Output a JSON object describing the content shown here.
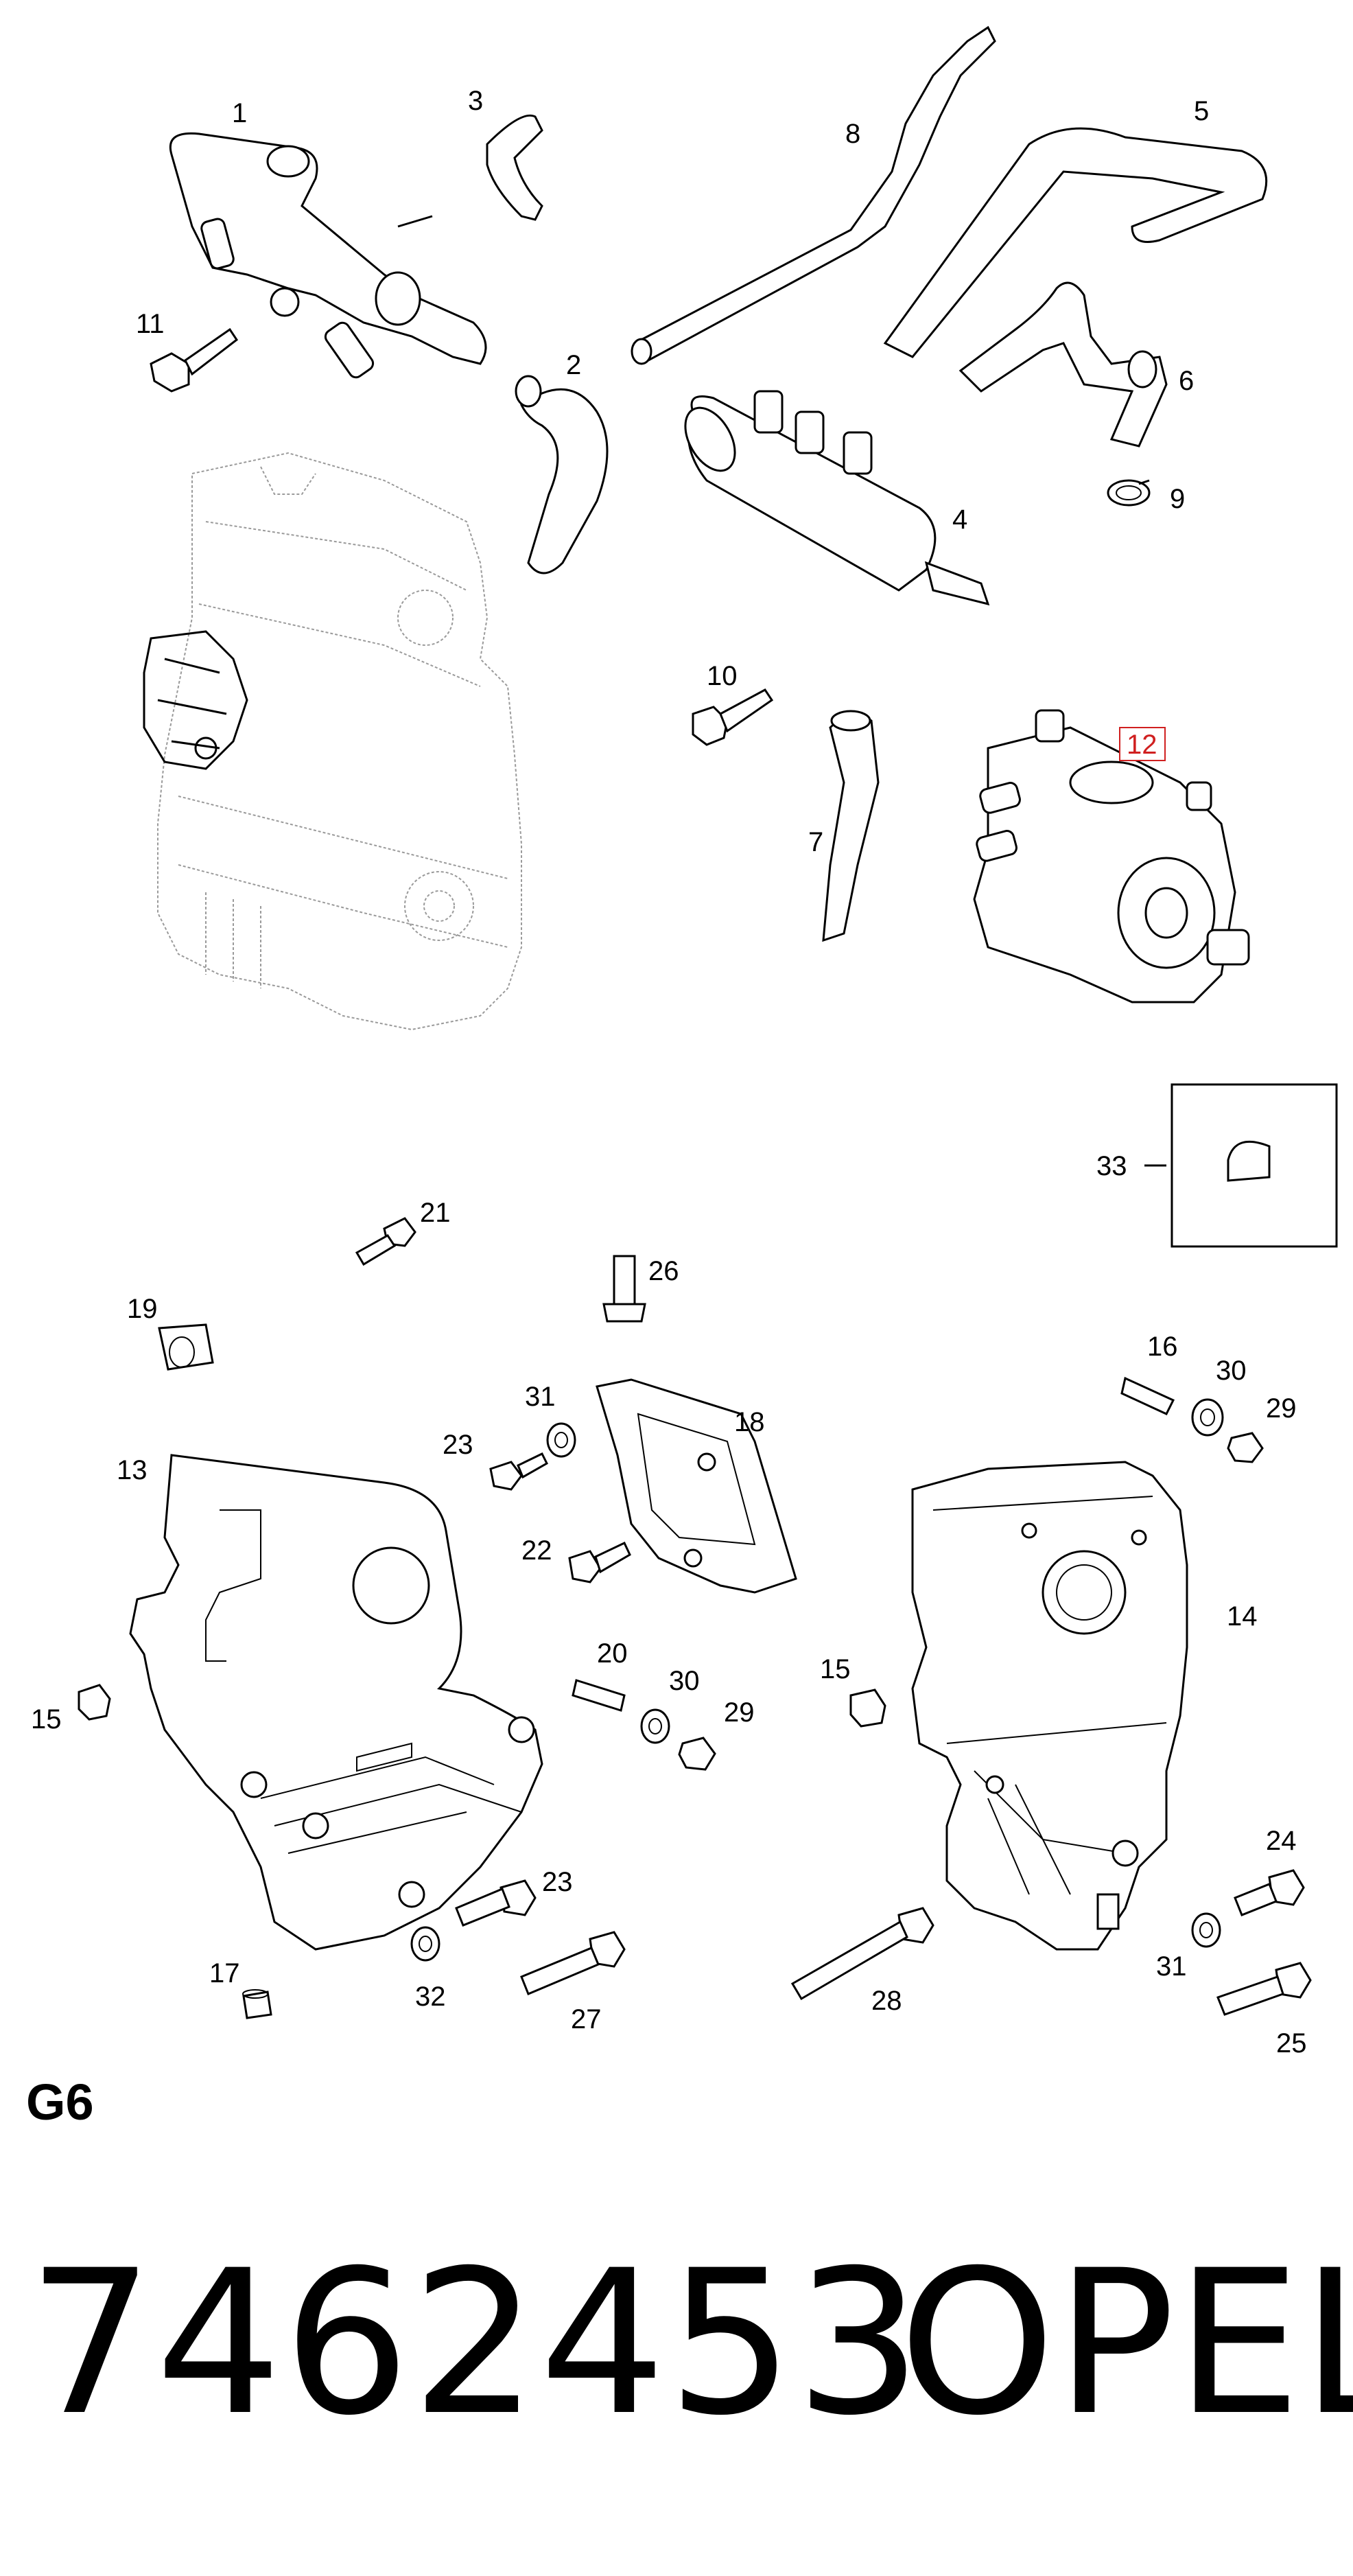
{
  "callouts": {
    "c1": "1",
    "c2": "2",
    "c3": "3",
    "c4": "4",
    "c5": "5",
    "c6": "6",
    "c7": "7",
    "c8": "8",
    "c9": "9",
    "c10": "10",
    "c11": "11",
    "c12": "12",
    "c13": "13",
    "c14": "14",
    "c15a": "15",
    "c15b": "15",
    "c16": "16",
    "c17": "17",
    "c18": "18",
    "c19": "19",
    "c20": "20",
    "c21": "21",
    "c22": "22",
    "c23a": "23",
    "c23b": "23",
    "c24": "24",
    "c25": "25",
    "c26": "26",
    "c27": "27",
    "c28": "28",
    "c29a": "29",
    "c29b": "29",
    "c30a": "30",
    "c30b": "30",
    "c31a": "31",
    "c31b": "31",
    "c32": "32",
    "c33": "33"
  },
  "highlighted_callout": "12",
  "highlight_color": "#d02020",
  "group_label": "G6",
  "part_number": "7462453",
  "brand": "OPEL"
}
